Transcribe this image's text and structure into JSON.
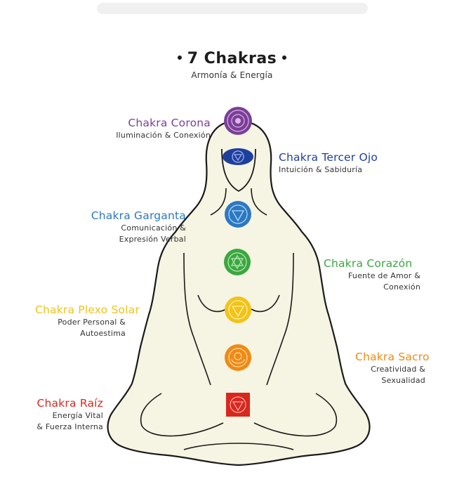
{
  "title": "7 Chakras",
  "subtitle": "Armonía & Energía",
  "colors": {
    "background": "#ffffff",
    "silhouette_fill": "#f6f4e2",
    "outline": "#1a1a1a"
  },
  "chakras": [
    {
      "id": "corona",
      "name": "Chakra Corona",
      "desc": "Iluminación & Conexión",
      "color": "#7b3f98",
      "icon": "crown-chakra-icon"
    },
    {
      "id": "tercer-ojo",
      "name": "Chakra Tercer Ojo",
      "desc": "Intuición & Sabiduría",
      "color": "#1f3f9e",
      "icon": "third-eye-chakra-icon"
    },
    {
      "id": "garganta",
      "name": "Chakra Garganta",
      "desc": "Comunicación &\nExpresión Verbal",
      "color": "#2b78c2",
      "icon": "throat-chakra-icon"
    },
    {
      "id": "corazon",
      "name": "Chakra Corazón",
      "desc": "Fuente de Amor &\nConexión",
      "color": "#3aa83e",
      "icon": "heart-chakra-icon"
    },
    {
      "id": "plexo-solar",
      "name": "Chakra Plexo Solar",
      "desc": "Poder Personal &\nAutoestima",
      "color": "#f2c318",
      "icon": "solar-plexus-chakra-icon"
    },
    {
      "id": "sacro",
      "name": "Chakra Sacro",
      "desc": "Creatividad &\nSexualidad",
      "color": "#ef8a14",
      "icon": "sacral-chakra-icon"
    },
    {
      "id": "raiz",
      "name": "Chakra Raíz",
      "desc": "Energía Vital\n& Fuerza Interna",
      "color": "#d9271e",
      "icon": "root-chakra-icon"
    }
  ]
}
